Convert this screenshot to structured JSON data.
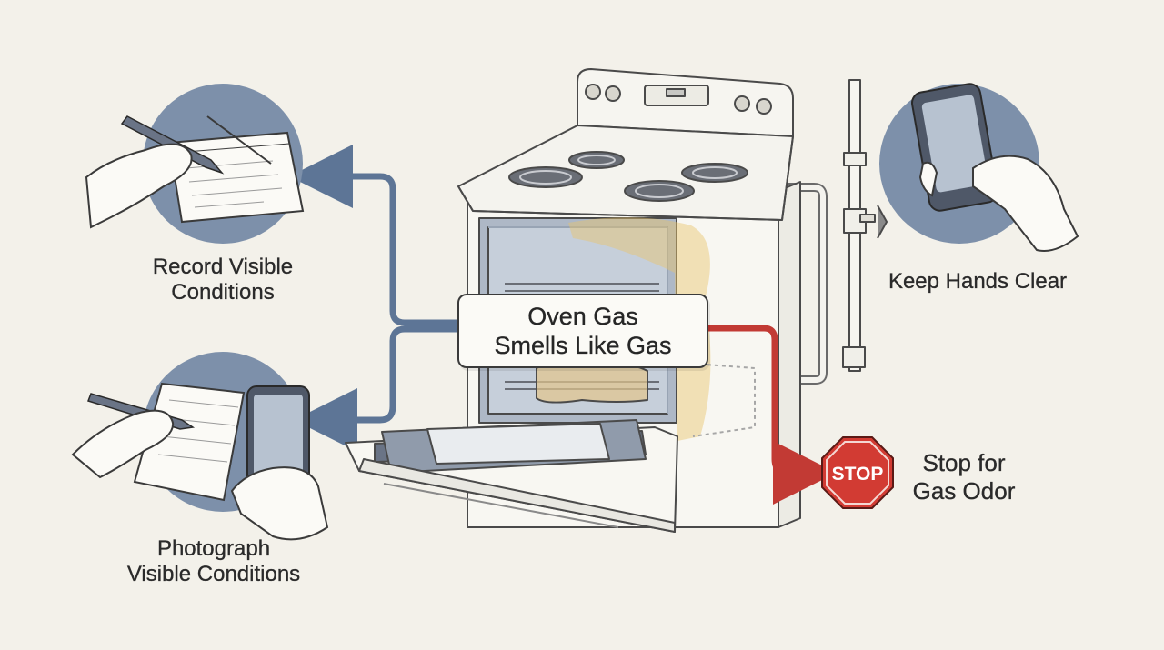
{
  "center": {
    "line1": "Oven Gas",
    "line2": "Smells Like Gas"
  },
  "steps": {
    "record": {
      "line1": "Record Visible",
      "line2": "Conditions"
    },
    "photograph": {
      "line1": "Photograph",
      "line2": "Visible Conditions"
    },
    "hands": {
      "line1": "Keep Hands Clear"
    },
    "stop": {
      "line1": "Stop for",
      "line2": "Gas Odor",
      "sign_text": "STOP"
    }
  },
  "icons": [
    "notepad-pen-icon",
    "notepad-phone-icon",
    "phone-in-hand-icon",
    "stop-sign-icon",
    "oven-range-illustration"
  ],
  "colors": {
    "background": "#f3f1ea",
    "icon_circle": "#7d90aa",
    "blue_arrow": "#5d7596",
    "red_arrow": "#c23a34",
    "stop_sign": "#d23b33",
    "gas_tint": "#e8c46a"
  }
}
